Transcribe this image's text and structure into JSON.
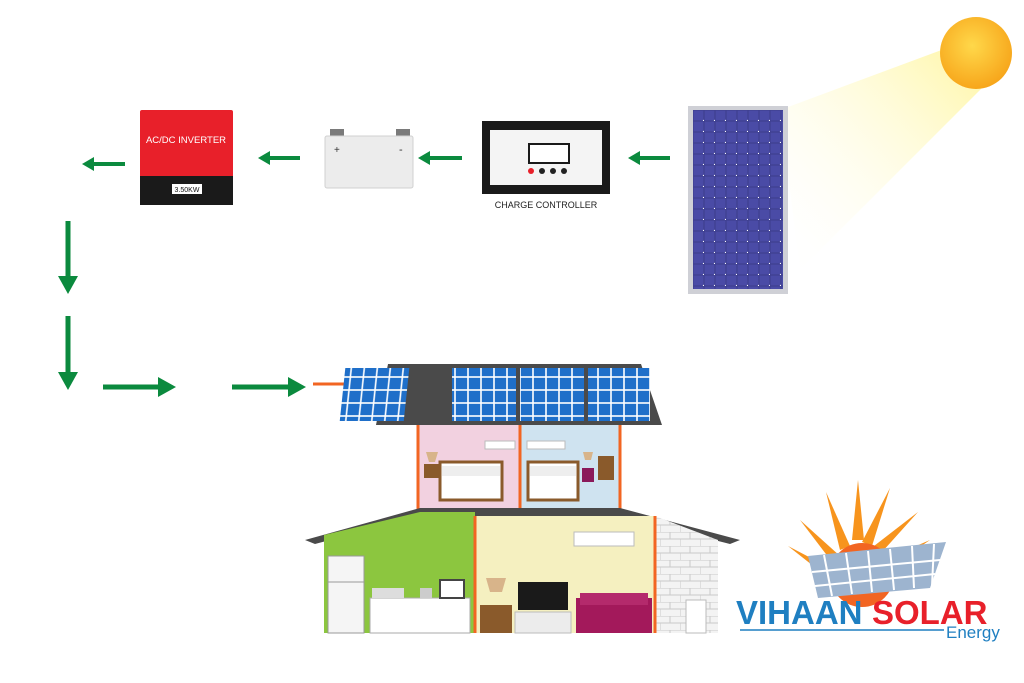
{
  "diagram": {
    "inverter": {
      "label": "AC/DC INVERTER",
      "rating": "3.50KW",
      "color": "#e8202a"
    },
    "battery": {
      "plus": "+",
      "minus": "-"
    },
    "charge_controller": {
      "label": "CHARGE CONTROLLER"
    },
    "arrow_color": "#0b8a3e",
    "wire_color": "#f26522"
  },
  "logo": {
    "brand_part1": "VIHAAN",
    "brand_part2": "SOLAR",
    "tagline": "Energy",
    "color_blue": "#1f7fc1",
    "color_red": "#e8202a",
    "color_orange": "#f7941d"
  }
}
